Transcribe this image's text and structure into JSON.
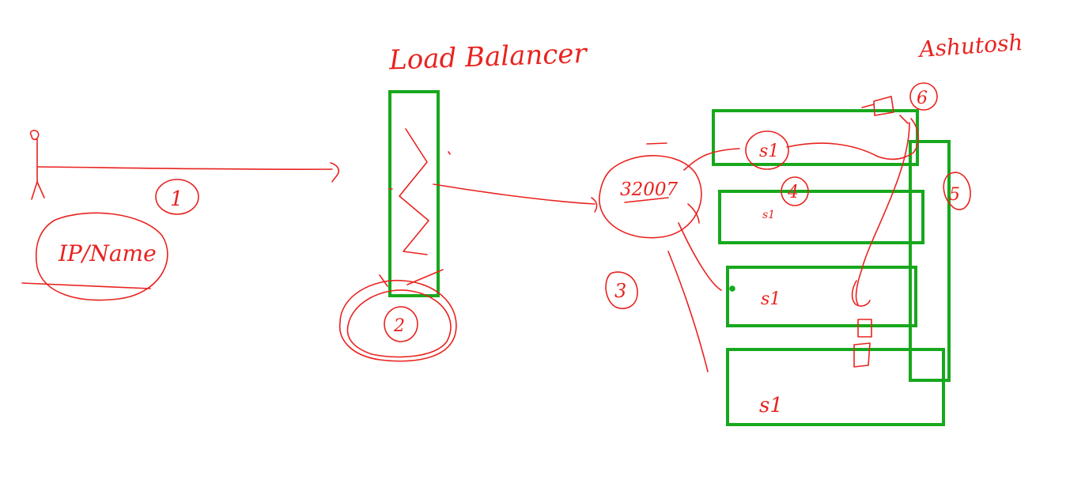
{
  "colors": {
    "ink": "#e8231f",
    "box": "#17a81d",
    "background": "#ffffff"
  },
  "labels": {
    "load_balancer": "Load Balancer",
    "author": "Ashutosh",
    "ip_name": "IP/Name",
    "port": "32007",
    "step_1": "1",
    "step_2": "2",
    "step_3": "3",
    "step_4": "4",
    "step_5": "5",
    "step_6": "6"
  },
  "servers": [
    "s1",
    "s1",
    "s1",
    "s1"
  ]
}
